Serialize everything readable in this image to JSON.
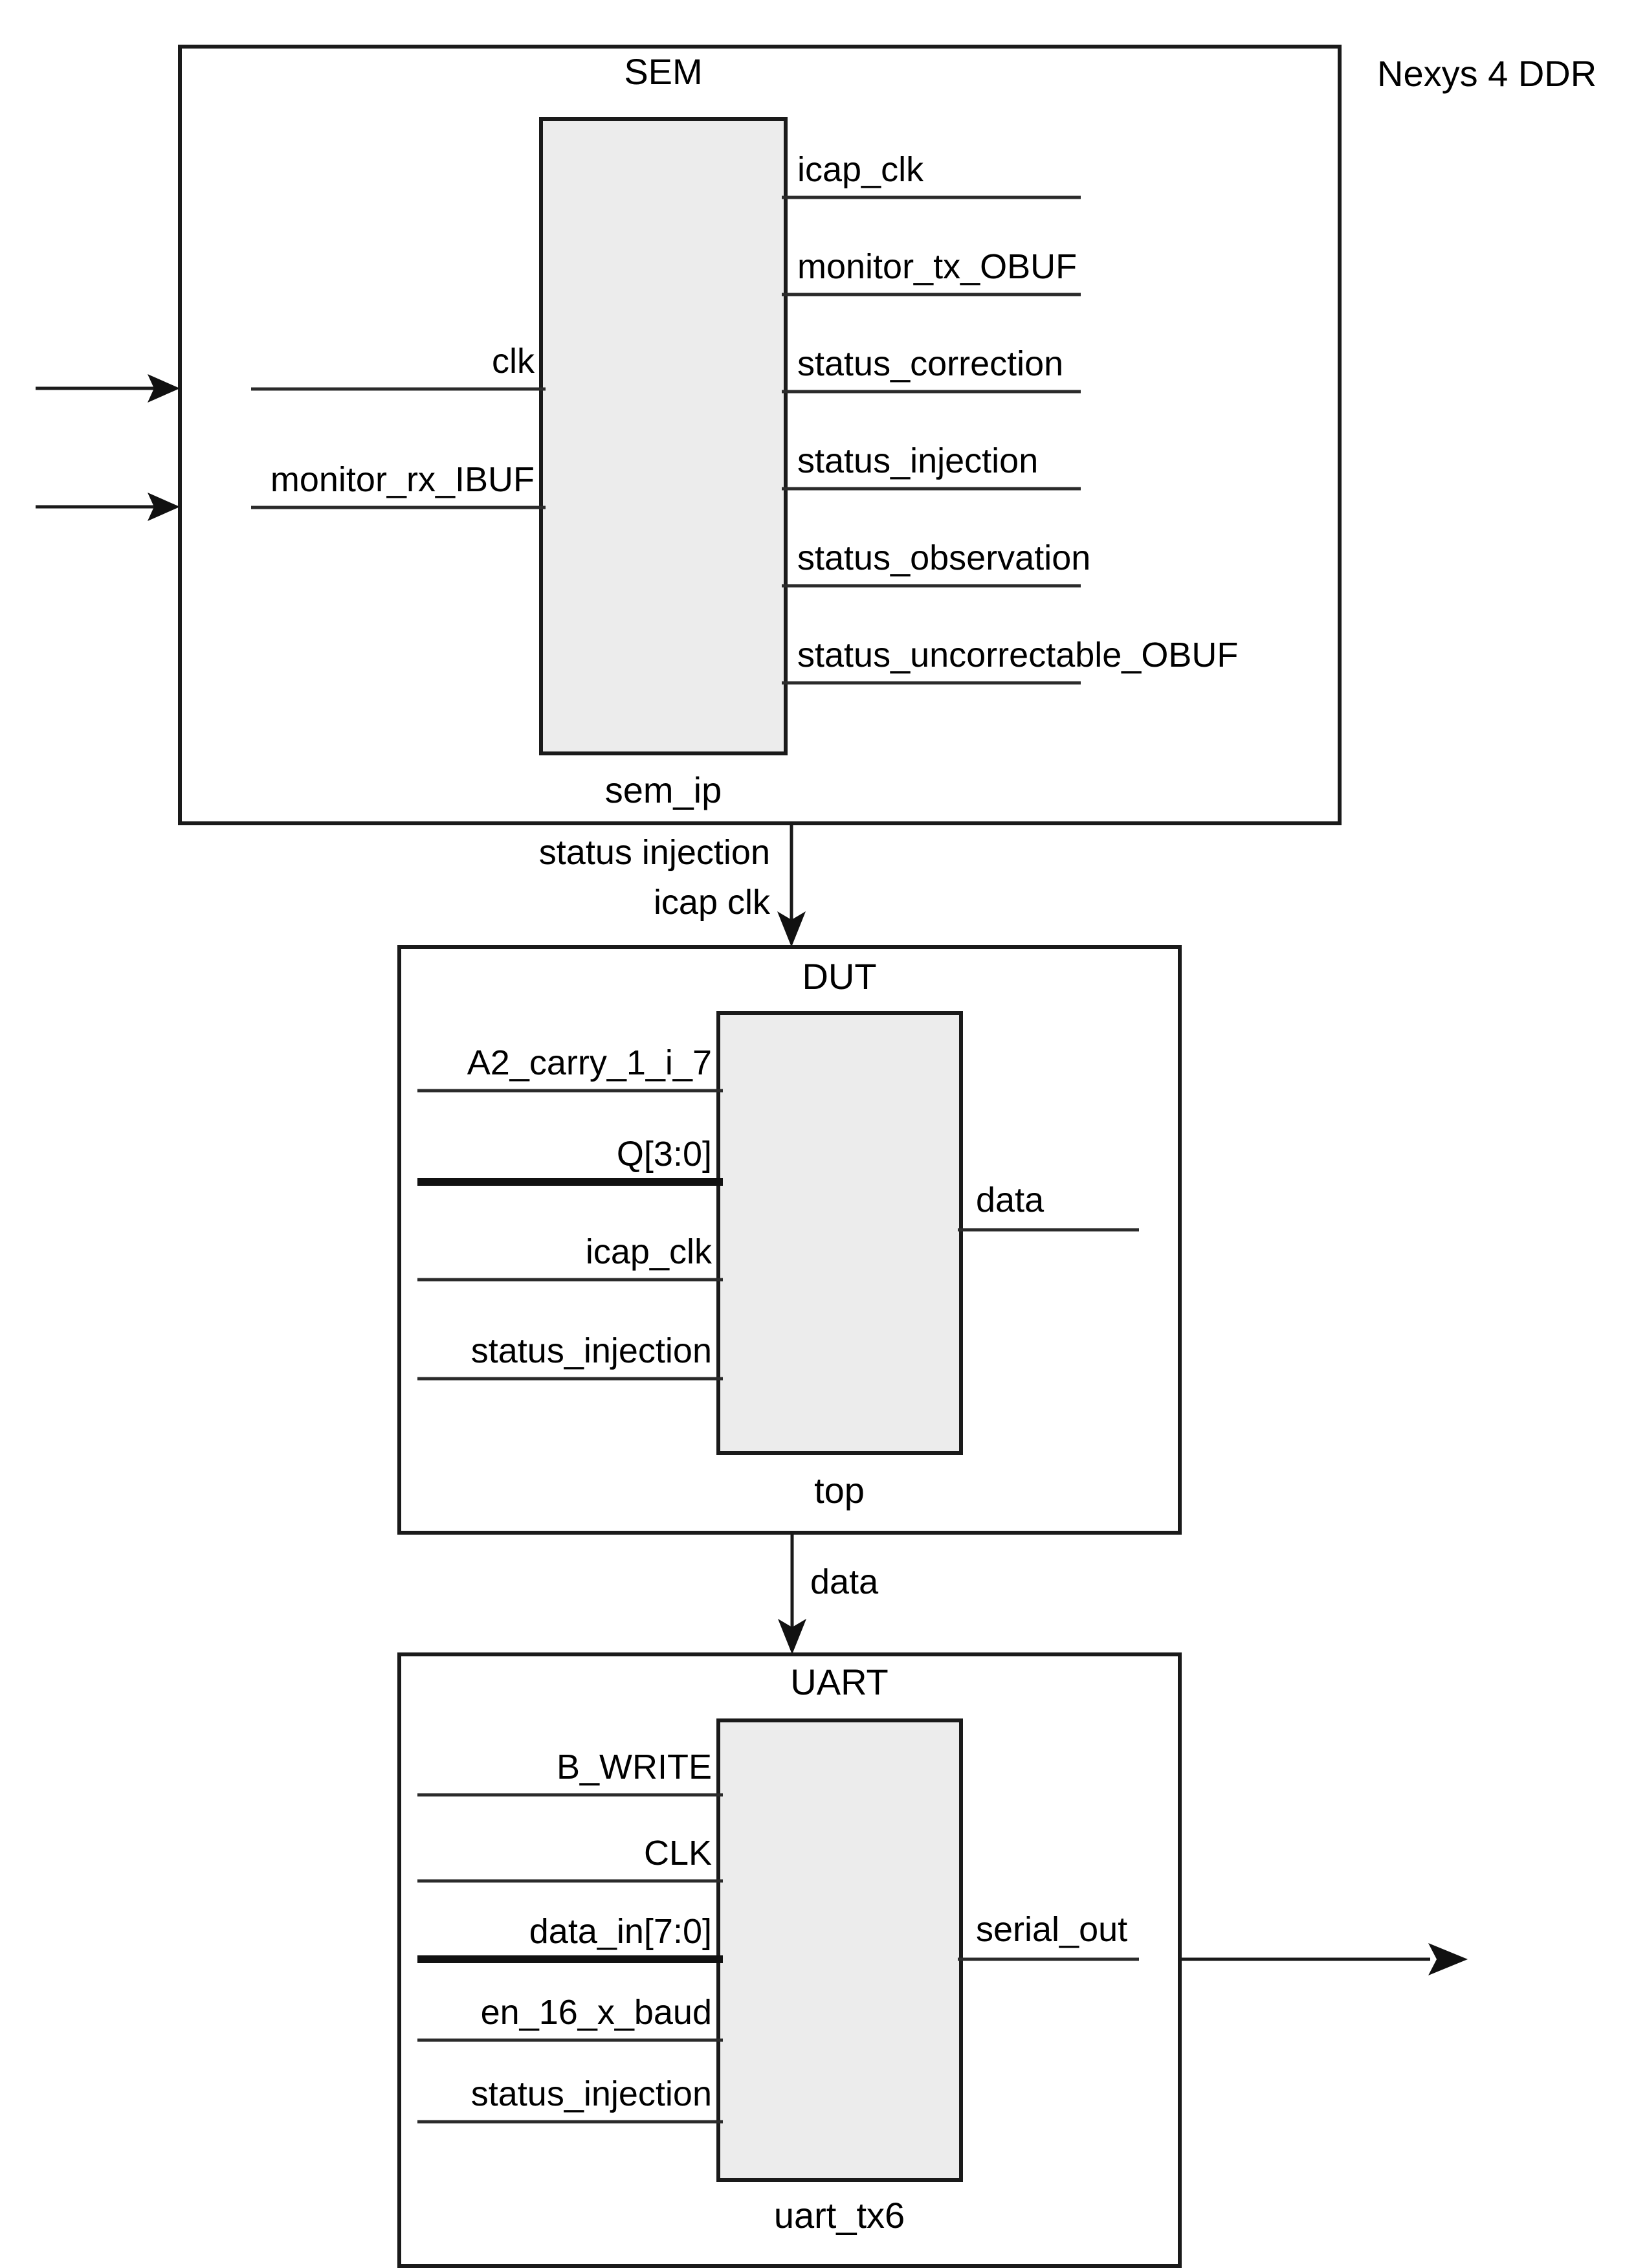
{
  "board": {
    "label": "Nexys 4 DDR"
  },
  "blocks": [
    {
      "id": "sem",
      "title": "SEM",
      "instance": "sem_ip",
      "inputs": [
        {
          "label": "clk"
        },
        {
          "label": "monitor_rx_IBUF"
        }
      ],
      "outputs": [
        {
          "label": "icap_clk"
        },
        {
          "label": "monitor_tx_OBUF"
        },
        {
          "label": "status_correction"
        },
        {
          "label": "status_injection"
        },
        {
          "label": "status_observation"
        },
        {
          "label": "status_uncorrectable_OBUF"
        }
      ]
    },
    {
      "id": "dut",
      "title": "DUT",
      "instance": "top",
      "inputs": [
        {
          "label": "A2_carry_1_i_7",
          "bus": false
        },
        {
          "label": "Q[3:0]",
          "bus": true
        },
        {
          "label": "icap_clk",
          "bus": false
        },
        {
          "label": "status_injection",
          "bus": false
        }
      ],
      "outputs": [
        {
          "label": "data"
        }
      ]
    },
    {
      "id": "uart",
      "title": "UART",
      "instance": "uart_tx6",
      "inputs": [
        {
          "label": "B_WRITE",
          "bus": false
        },
        {
          "label": "CLK",
          "bus": false
        },
        {
          "label": "data_in[7:0]",
          "bus": true
        },
        {
          "label": "en_16_x_baud",
          "bus": false
        },
        {
          "label": "status_injection",
          "bus": false
        }
      ],
      "outputs": [
        {
          "label": "serial_out"
        }
      ]
    }
  ],
  "connections": [
    {
      "id": "sem-to-dut",
      "labels": [
        "status injection",
        "icap clk"
      ]
    },
    {
      "id": "dut-to-uart",
      "labels": [
        "data"
      ]
    }
  ],
  "colors": {
    "inner_fill": "#ececec",
    "stroke": "#1a1a1a",
    "background": "#ffffff"
  }
}
